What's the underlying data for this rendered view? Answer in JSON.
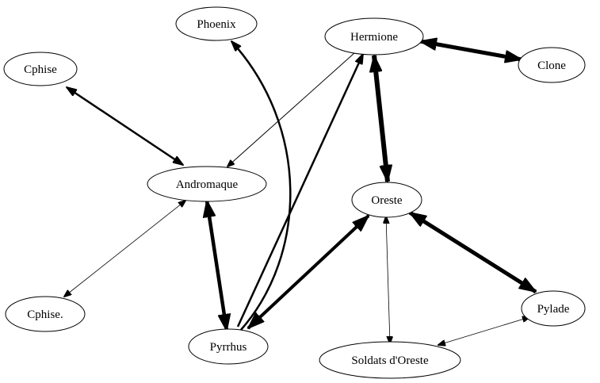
{
  "graph": {
    "nodes": {
      "phoenix": "Phoenix",
      "hermione": "Hermione",
      "cphise": "Cphise",
      "clone": "Clone",
      "andromaque": "Andromaque",
      "oreste": "Oreste",
      "cphise_dot": "Cphise.",
      "pylade": "Pylade",
      "pyrrhus": "Pyrrhus",
      "soldats": "Soldats d'Oreste"
    },
    "edges": [
      {
        "from": "Cphise",
        "to": "Andromaque",
        "direction": "both",
        "weight": "medium"
      },
      {
        "from": "Hermione",
        "to": "Andromaque",
        "direction": "forward",
        "weight": "thin"
      },
      {
        "from": "Pyrrhus",
        "to": "Phoenix",
        "direction": "forward",
        "weight": "medium"
      },
      {
        "from": "Pyrrhus",
        "to": "Hermione",
        "direction": "forward",
        "weight": "medium"
      },
      {
        "from": "Hermione",
        "to": "Clone",
        "direction": "both",
        "weight": "heavy"
      },
      {
        "from": "Hermione",
        "to": "Oreste",
        "direction": "both",
        "weight": "heavy"
      },
      {
        "from": "Andromaque",
        "to": "Pyrrhus",
        "direction": "both",
        "weight": "heavy"
      },
      {
        "from": "Andromaque",
        "to": "Cphise.",
        "direction": "both",
        "weight": "thin"
      },
      {
        "from": "Oreste",
        "to": "Pyrrhus",
        "direction": "both",
        "weight": "heavy"
      },
      {
        "from": "Oreste",
        "to": "Pylade",
        "direction": "both",
        "weight": "heavy"
      },
      {
        "from": "Oreste",
        "to": "Soldats d'Oreste",
        "direction": "both",
        "weight": "thin"
      },
      {
        "from": "Pylade",
        "to": "Soldats d'Oreste",
        "direction": "both",
        "weight": "thin"
      }
    ]
  }
}
